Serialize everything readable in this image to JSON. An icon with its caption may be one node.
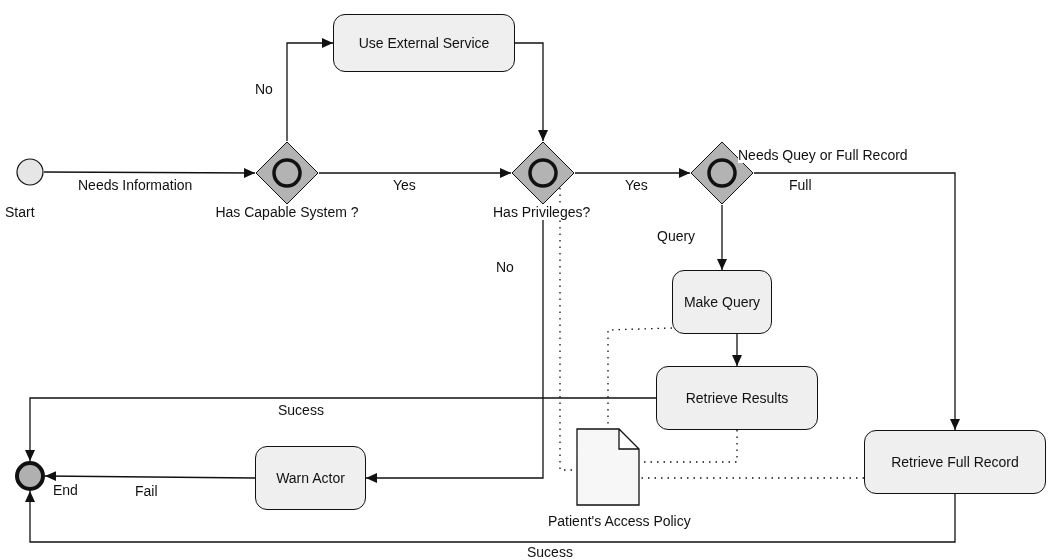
{
  "diagram": {
    "nodes": [
      {
        "text": [
          "Start"
        ]
      },
      {
        "text": [
          "Has Capable System ?"
        ]
      },
      {
        "text": [
          "Use External Service"
        ]
      },
      {
        "text": [
          "Has Privileges?"
        ]
      },
      {
        "text": [
          "Needs Quey or Full Record"
        ]
      },
      {
        "text": [
          "Make Query"
        ]
      },
      {
        "text": [
          "Retrieve Results"
        ]
      },
      {
        "text": [
          "Retrieve Full Record"
        ]
      },
      {
        "text": [
          "Warn Actor"
        ]
      },
      {
        "text": [
          "End"
        ]
      },
      {
        "text": [
          "Patient's Access Policy"
        ]
      }
    ],
    "edges": [
      {
        "from": 0,
        "to": 1,
        "arrow": "to",
        "label": "Needs Information"
      },
      {
        "from": 1,
        "to": 2,
        "arrow": "to",
        "label": "No"
      },
      {
        "from": 1,
        "to": 3,
        "arrow": "to",
        "label": "Yes"
      },
      {
        "from": 2,
        "to": 3,
        "arrow": "to"
      },
      {
        "from": 3,
        "to": 4,
        "arrow": "to",
        "label": "Yes"
      },
      {
        "from": 3,
        "to": 8,
        "arrow": "to",
        "label": "No"
      },
      {
        "from": 4,
        "to": 5,
        "arrow": "to",
        "label": "Query"
      },
      {
        "from": 4,
        "to": 7,
        "arrow": "to",
        "label": "Full"
      },
      {
        "from": 5,
        "to": 6,
        "arrow": "to"
      },
      {
        "from": 6,
        "to": 9,
        "arrow": "to",
        "label": "Sucess"
      },
      {
        "from": 8,
        "to": 9,
        "arrow": "to",
        "label": "Fail"
      },
      {
        "from": 7,
        "to": 9,
        "arrow": "to",
        "label": "Sucess"
      },
      {
        "from": 3,
        "to": 10,
        "arrow": "none",
        "style": "dashed"
      },
      {
        "from": 5,
        "to": 10,
        "arrow": "none",
        "style": "dashed"
      },
      {
        "from": 6,
        "to": 10,
        "arrow": "none",
        "style": "dashed"
      },
      {
        "from": 7,
        "to": 10,
        "arrow": "none",
        "style": "dashed"
      }
    ]
  }
}
